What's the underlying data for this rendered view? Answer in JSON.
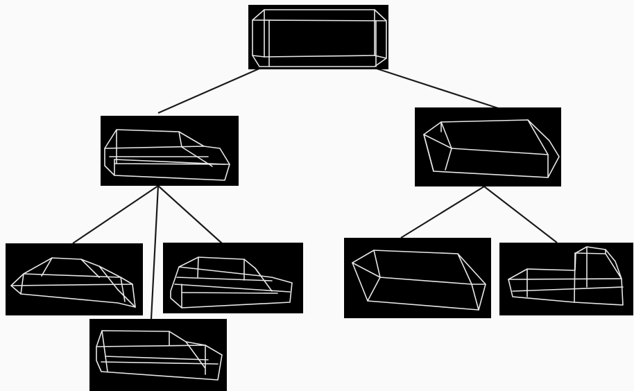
{
  "diagram": {
    "type": "tree",
    "background": "#fafafa",
    "panel_color": "#000000",
    "wire_color": "#e8e8e8",
    "edge_color": "#1a1a1a",
    "nodes": [
      {
        "id": "root",
        "level": 0,
        "shape": "full-box"
      },
      {
        "id": "left",
        "level": 1,
        "parent": "root",
        "shape": "stepped-box"
      },
      {
        "id": "right",
        "level": 1,
        "parent": "root",
        "shape": "tilted-box"
      },
      {
        "id": "left-child-1",
        "level": 2,
        "parent": "left",
        "shape": "wedge-roof-box"
      },
      {
        "id": "left-child-2",
        "level": 2,
        "parent": "left",
        "shape": "stepped-box"
      },
      {
        "id": "left-child-3",
        "level": 2,
        "parent": "left",
        "shape": "stepped-box-variant"
      },
      {
        "id": "right-child-1",
        "level": 2,
        "parent": "right",
        "shape": "tilted-box"
      },
      {
        "id": "right-child-2",
        "level": 2,
        "parent": "right",
        "shape": "split-box-with-tower"
      }
    ]
  }
}
